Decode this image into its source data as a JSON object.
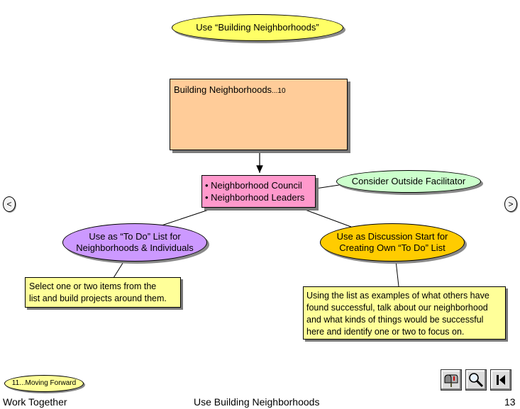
{
  "title_ellipse": "Use “Building Neighborhoods”",
  "top_box": {
    "title": "Building Neighborhoods",
    "ref": "...10"
  },
  "center_box": {
    "items": [
      "• Neighborhood Council",
      "• Neighborhood Leaders"
    ]
  },
  "facilitator": "Consider Outside Facilitator",
  "left_ellipse": {
    "line1": "Use as “To Do” List for",
    "line2": "Neighborhoods & Individuals"
  },
  "right_ellipse": {
    "line1": "Use as Discussion Start for",
    "line2": "Creating Own “To Do” List"
  },
  "left_note": {
    "line1": "Select one or two items from the",
    "line2": "list and build projects around them."
  },
  "right_note": {
    "line1": "Using the list as examples of what others have",
    "line2": "found successful, talk about our neighborhood",
    "line3": "and what kinds of things would be successful",
    "line4": "here and identify one or two to focus on."
  },
  "nav": {
    "prev": "<",
    "next": ">"
  },
  "moving_forward": "11...Moving Forward",
  "footer": {
    "left": "Work Together",
    "center": "Use Building Neighborhoods",
    "page": "13"
  },
  "icons": [
    "mailbox-icon",
    "magnifier-icon",
    "skip-to-start-icon"
  ],
  "colors": {
    "yellow": "#ffff66",
    "peach": "#ffcc99",
    "pink": "#ff99cc",
    "mint": "#ccffcc",
    "lavender": "#cc99ff",
    "gold": "#ffcc00",
    "note": "#ffff99"
  }
}
